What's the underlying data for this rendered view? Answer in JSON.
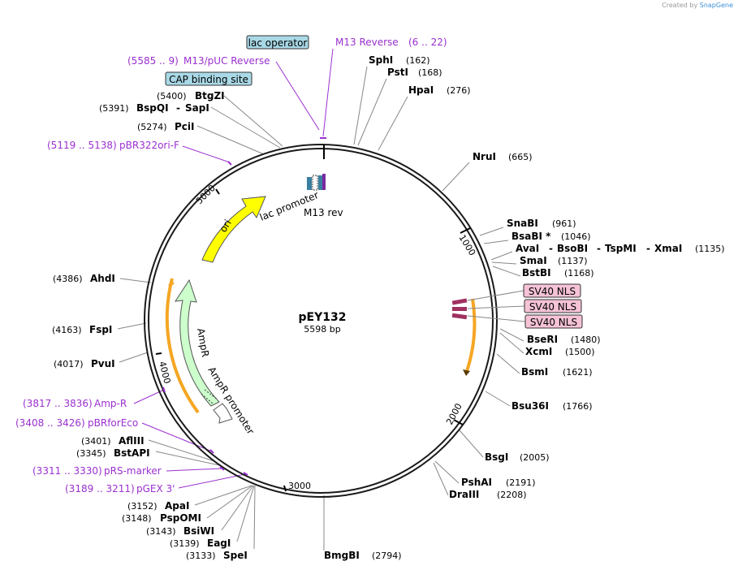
{
  "credit": {
    "prefix": "Created by",
    "brand": "SnapGene"
  },
  "plasmid": {
    "name": "pEY132",
    "size": "5598 bp"
  },
  "ticks": [
    "1000",
    "2000",
    "3000",
    "4000",
    "5000"
  ],
  "features": {
    "ori": "ori",
    "ampr": "AmpR",
    "ampr_promoter": "AmpR promoter",
    "lac_promoter": "lac promoter",
    "m13_rev": "M13 rev"
  },
  "boxed_features": {
    "lac_operator": "lac operator",
    "cap_site": "CAP binding site",
    "sv40_nls_1": "SV40 NLS",
    "sv40_nls_2": "SV40 NLS",
    "sv40_nls_3": "SV40 NLS"
  },
  "primers": {
    "m13_reverse": {
      "name": "M13 Reverse",
      "range": "(6 .. 22)"
    },
    "m13_puc_reverse": {
      "name": "M13/pUC Reverse",
      "range": "(5585 .. 9)"
    },
    "pbr322ori_f": {
      "name": "pBR322ori-F",
      "range": "(5119 .. 5138)"
    },
    "amp_r": {
      "name": "Amp-R",
      "range": "(3817 .. 3836)"
    },
    "pbrforeco": {
      "name": "pBRforEco",
      "range": "(3408 .. 3426)"
    },
    "prs_marker": {
      "name": "pRS-marker",
      "range": "(3311 .. 3330)"
    },
    "pgex3": {
      "name": "pGEX 3'",
      "range": "(3189 .. 3211)"
    }
  },
  "enzymes": {
    "sphi": {
      "name": "SphI",
      "pos": "(162)"
    },
    "psti": {
      "name": "PstI",
      "pos": "(168)"
    },
    "hpai": {
      "name": "HpaI",
      "pos": "(276)"
    },
    "nrui": {
      "name": "NruI",
      "pos": "(665)"
    },
    "snabi": {
      "name": "SnaBI",
      "pos": "(961)"
    },
    "bsabi": {
      "name": "BsaBI *",
      "pos": "(1046)"
    },
    "avai_group": {
      "n1": "AvaI",
      "n2": "BsoBI",
      "n3": "TspMI",
      "n4": "XmaI",
      "pos": "(1135)"
    },
    "smai": {
      "name": "SmaI",
      "pos": "(1137)"
    },
    "bstbi": {
      "name": "BstBI",
      "pos": "(1168)"
    },
    "bseri": {
      "name": "BseRI",
      "pos": "(1480)"
    },
    "xcmi": {
      "name": "XcmI",
      "pos": "(1500)"
    },
    "bsmi": {
      "name": "BsmI",
      "pos": "(1621)"
    },
    "bsu36i": {
      "name": "Bsu36I",
      "pos": "(1766)"
    },
    "bsgi": {
      "name": "BsgI",
      "pos": "(2005)"
    },
    "pshai": {
      "name": "PshAI",
      "pos": "(2191)"
    },
    "draiii": {
      "name": "DraIII",
      "pos": "(2208)"
    },
    "bmgbi": {
      "name": "BmgBI",
      "pos": "(2794)"
    },
    "spei": {
      "name": "SpeI",
      "pos": "(3133)"
    },
    "eagi": {
      "name": "EagI",
      "pos": "(3139)"
    },
    "bsiwi": {
      "name": "BsiWI",
      "pos": "(3143)"
    },
    "pspomi": {
      "name": "PspOMI",
      "pos": "(3148)"
    },
    "apai": {
      "name": "ApaI",
      "pos": "(3152)"
    },
    "bstapi": {
      "name": "BstAPI",
      "pos": "(3345)"
    },
    "aflii": {
      "name": "AflIII",
      "pos": "(3401)"
    },
    "fspi": {
      "name": "FspI",
      "pos": "(4163)"
    },
    "pvui": {
      "name": "PvuI",
      "pos": "(4017)"
    },
    "ahdi": {
      "name": "AhdI",
      "pos": "(4386)"
    },
    "pcii": {
      "name": "PciI",
      "pos": "(5274)"
    },
    "bspqi": {
      "name": "BspQI",
      "name2": "SapI",
      "pos": "(5391)"
    },
    "btgzi": {
      "name": "BtgZI",
      "pos": "(5400)"
    }
  },
  "colors": {
    "backbone": "#1a1a1a",
    "primer": "#9b30d0",
    "ori": "#ffff00",
    "ampr": "#ccffcc",
    "orange_arc": "#f5a623",
    "nls_fill": "#f5c2d6",
    "box_fill": "#a9d8e6"
  }
}
